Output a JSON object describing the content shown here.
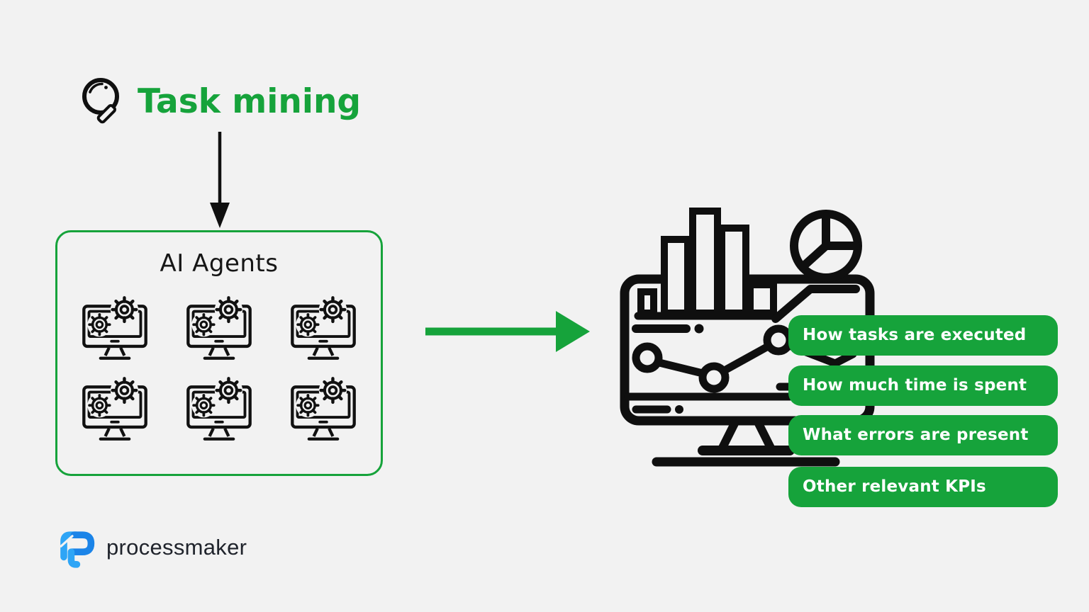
{
  "colors": {
    "background": "#f2f2f2",
    "accent_green": "#16a33b",
    "ink": "#101010",
    "pill_text": "#ffffff",
    "logo_blue_light": "#2ea5f6",
    "logo_blue_dark": "#1b84e8",
    "logo_text": "#20242c"
  },
  "header": {
    "title": "Task mining",
    "icon": "magnifier-icon"
  },
  "agents_box": {
    "heading": "AI Agents",
    "monitor_count": 6,
    "icon": "monitor-with-gears-icon"
  },
  "connectors": {
    "down_arrow": "arrow-down",
    "right_arrow": "arrow-right"
  },
  "analytics_graphic": {
    "icon": "monitor-analytics-icon",
    "elements": [
      "bar-chart",
      "pie-chart",
      "line-chart"
    ]
  },
  "insights": {
    "items": [
      {
        "label": "How tasks are executed"
      },
      {
        "label": "How much time is spent"
      },
      {
        "label": "What errors are present"
      },
      {
        "label": "Other relevant KPIs"
      }
    ]
  },
  "footer": {
    "brand": "processmaker"
  }
}
